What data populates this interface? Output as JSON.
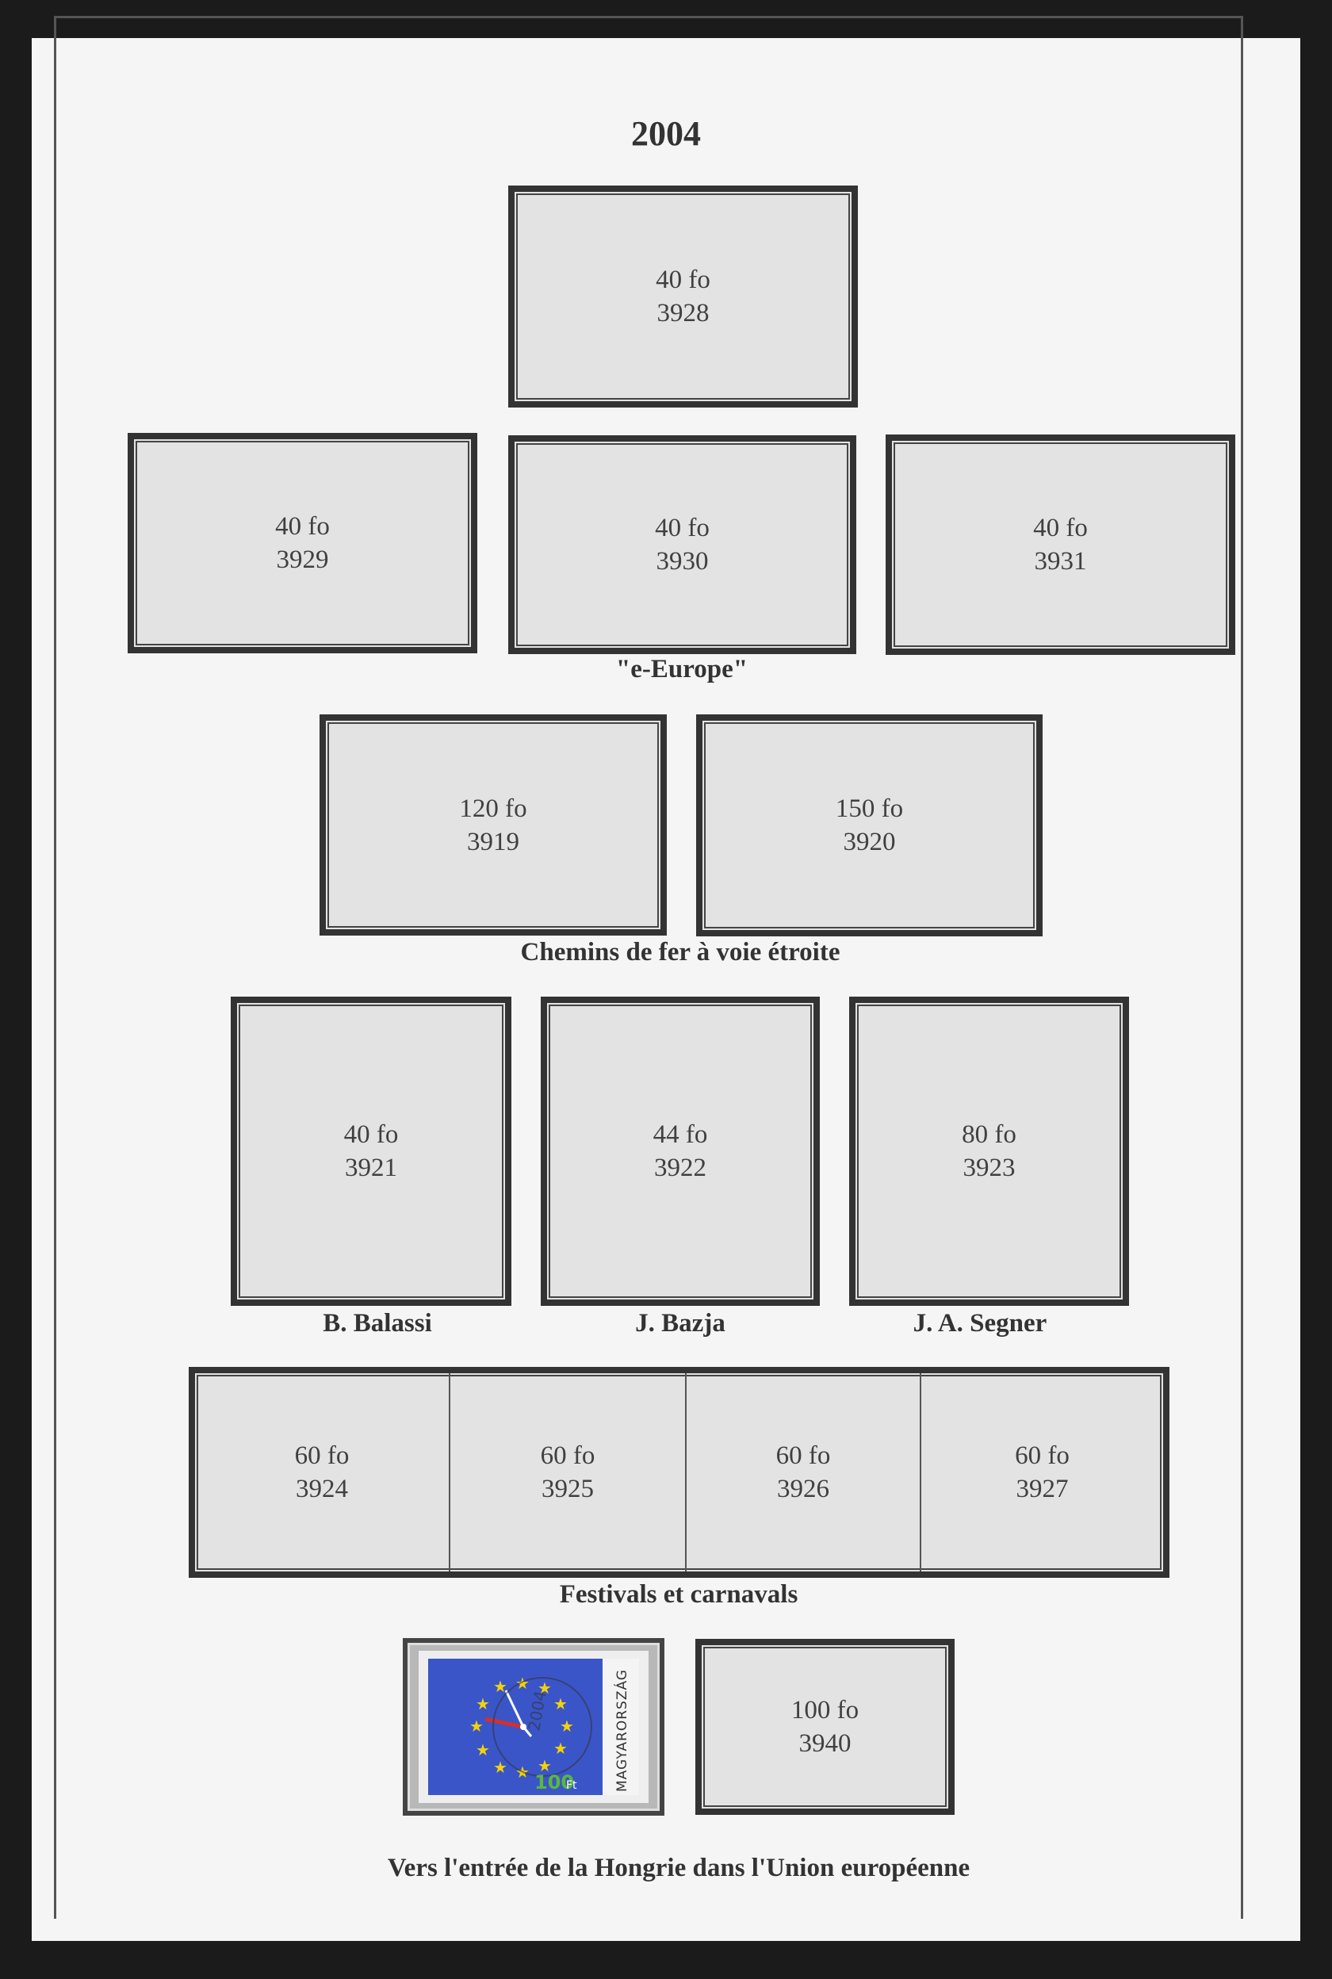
{
  "year": "2004",
  "top": {
    "value": "40 fo",
    "number": "3928"
  },
  "row1": [
    {
      "value": "40 fo",
      "number": "3929"
    },
    {
      "value": "40 fo",
      "number": "3930"
    },
    {
      "value": "40 fo",
      "number": "3931"
    }
  ],
  "caption_europe": "\"e-Europe\"",
  "row2": [
    {
      "value": "120 fo",
      "number": "3919"
    },
    {
      "value": "150 fo",
      "number": "3920"
    }
  ],
  "caption_rail": "Chemins de fer à voie étroite",
  "row3": [
    {
      "value": "40 fo",
      "number": "3921",
      "caption": "B. Balassi"
    },
    {
      "value": "44 fo",
      "number": "3922",
      "caption": "J. Bazja"
    },
    {
      "value": "80 fo",
      "number": "3923",
      "caption": "J. A. Segner"
    }
  ],
  "strip": [
    {
      "value": "60 fo",
      "number": "3924"
    },
    {
      "value": "60 fo",
      "number": "3925"
    },
    {
      "value": "60 fo",
      "number": "3926"
    },
    {
      "value": "60 fo",
      "number": "3927"
    }
  ],
  "caption_festivals": "Festivals et carnavals",
  "stamp": {
    "country": "MAGYARORSZÁG",
    "face": "100",
    "unit": "Ft",
    "postmark": "2004"
  },
  "last": {
    "value": "100 fo",
    "number": "3940"
  },
  "caption_eu": "Vers l'entrée de la Hongrie dans l'Union européenne",
  "colors": {
    "eu_blue": "#3a55c8",
    "star_yellow": "#f2d20a"
  }
}
